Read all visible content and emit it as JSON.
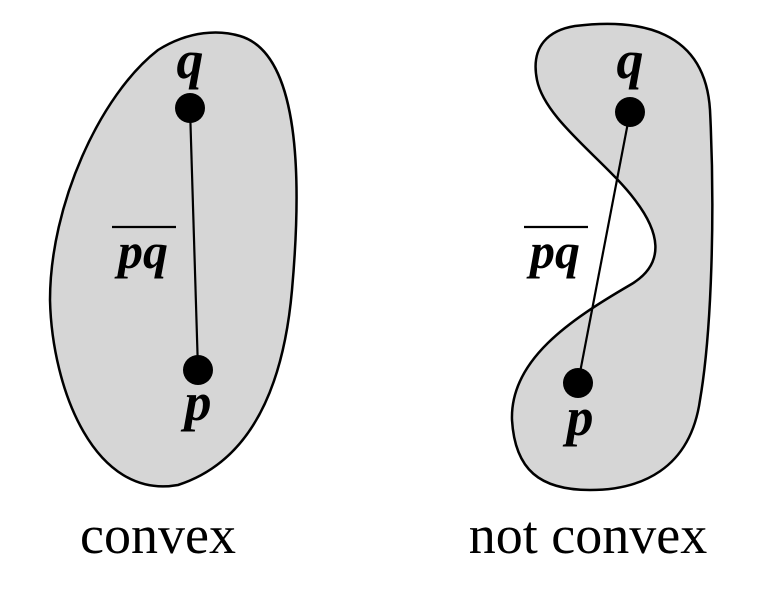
{
  "panels": [
    {
      "caption": "convex",
      "point_p_label": "p",
      "point_q_label": "q",
      "segment_label": "pq"
    },
    {
      "caption": "not convex",
      "point_p_label": "p",
      "point_q_label": "q",
      "segment_label": "pq"
    }
  ],
  "colors": {
    "shape_fill": "#d6d6d6",
    "stroke": "#000000",
    "background": "#ffffff"
  }
}
